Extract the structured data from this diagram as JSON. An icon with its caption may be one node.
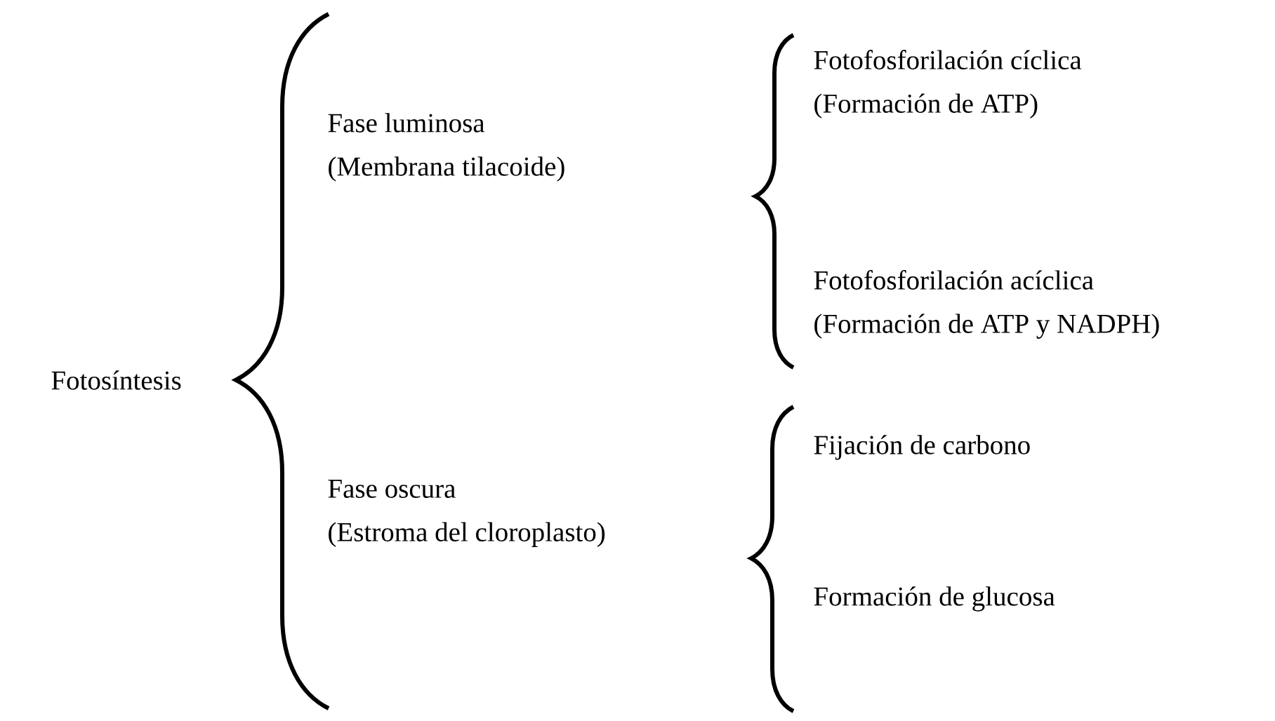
{
  "diagram": {
    "nodes": [
      {
        "text": [
          "Fotosíntesis"
        ]
      },
      {
        "text": [
          "Fase luminosa",
          "(Membrana tilacoide)"
        ]
      },
      {
        "text": [
          "Fase oscura",
          "(Estroma del cloroplasto)"
        ]
      },
      {
        "text": [
          "Fotofosforilación cíclica",
          "(Formación de ATP)"
        ]
      },
      {
        "text": [
          "Fotofosforilación acíclica",
          "(Formación de ATP y NADPH)"
        ]
      },
      {
        "text": [
          "Fijación de carbono"
        ]
      },
      {
        "text": [
          "Formación de glucosa"
        ]
      }
    ]
  }
}
